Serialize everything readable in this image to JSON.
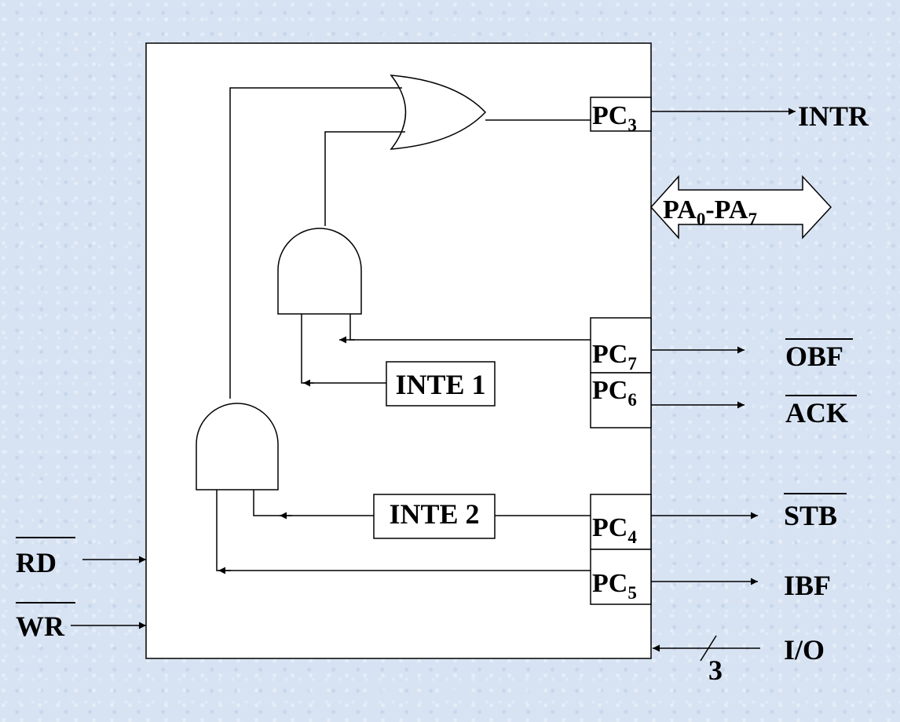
{
  "diagram": {
    "ports": {
      "pc3": {
        "base": "PC",
        "sub": "3"
      },
      "pc7": {
        "base": "PC",
        "sub": "7"
      },
      "pc6": {
        "base": "PC",
        "sub": "6"
      },
      "pc4": {
        "base": "PC",
        "sub": "4"
      },
      "pc5": {
        "base": "PC",
        "sub": "5"
      }
    },
    "flags": {
      "inte1": "INTE 1",
      "inte2": "INTE 2"
    },
    "bus": {
      "a": "PA",
      "a_sub": "0",
      "dash": "-",
      "b": "PA",
      "b_sub": "7"
    },
    "signals": {
      "intr": "INTR",
      "obf": "OBF",
      "ack": "ACK",
      "stb": "STB",
      "ibf": "IBF",
      "io": "I/O",
      "io_count": "3",
      "rd": "RD",
      "wr": "WR"
    }
  }
}
